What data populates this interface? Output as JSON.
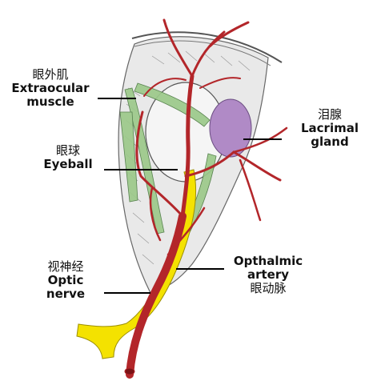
{
  "labels": {
    "extraocular": {
      "zh": "眼外肌",
      "en_line1": "Extraocular",
      "en_line2": "muscle"
    },
    "lacrimal": {
      "zh": "泪腺",
      "en_line1": "Lacrimal",
      "en_line2": "gland"
    },
    "eyeball": {
      "zh": "眼球",
      "en_line1": "Eyeball"
    },
    "optic": {
      "zh": "视神经",
      "en_line1": "Optic",
      "en_line2": "nerve"
    },
    "artery": {
      "en_line1": "Opthalmic",
      "en_line2": "artery",
      "zh": "眼动脉"
    }
  },
  "colors": {
    "artery": "#b3262a",
    "nerve": "#f4e200",
    "gland": "#b08ac6",
    "muscle": "#9cc98a",
    "tissue": "#e9e9e9"
  }
}
